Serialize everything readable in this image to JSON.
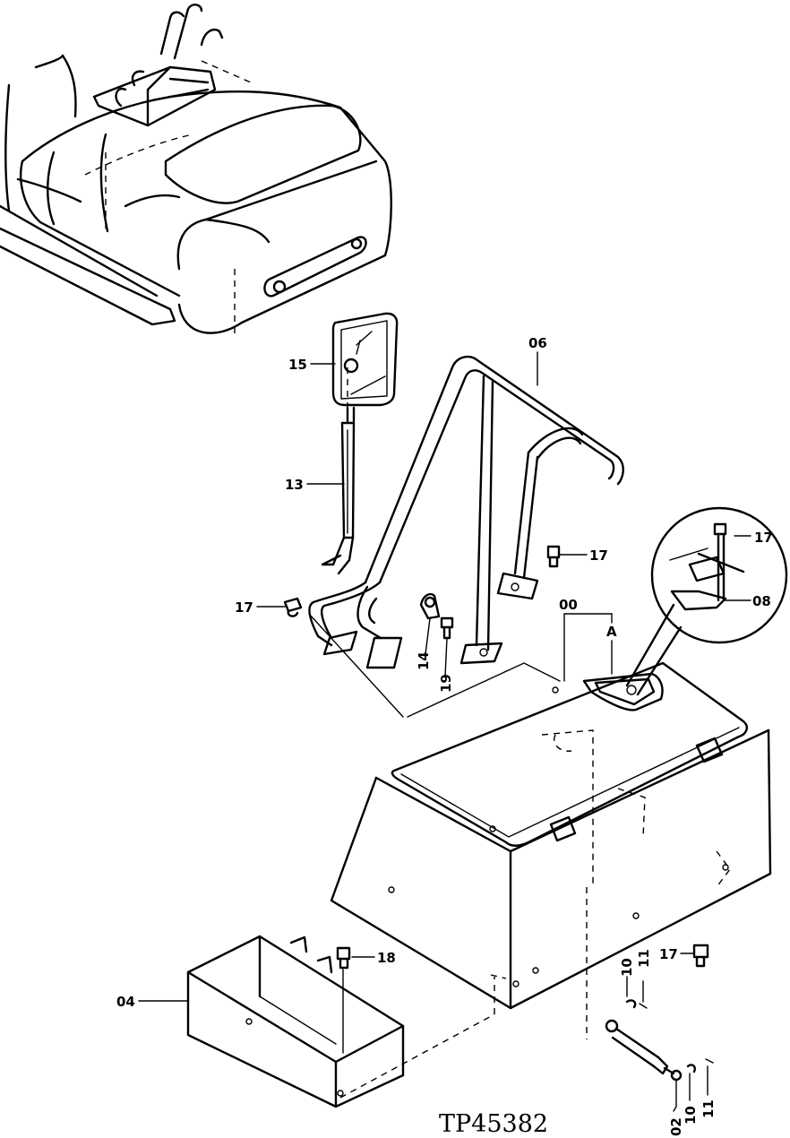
{
  "drawing_number": "TP45382",
  "callouts": {
    "p15": "15",
    "p13": "13",
    "p06": "06",
    "p17_left": "17",
    "p17_mid": "17",
    "p17_detail": "17",
    "p17_lower": "17",
    "p14": "14",
    "p19": "19",
    "p00": "00",
    "pA": "A",
    "p08": "08",
    "p18": "18",
    "p04": "04",
    "p10_upper": "10",
    "p11_upper": "11",
    "p10_lower": "10",
    "p11_lower": "11",
    "p02": "02"
  }
}
